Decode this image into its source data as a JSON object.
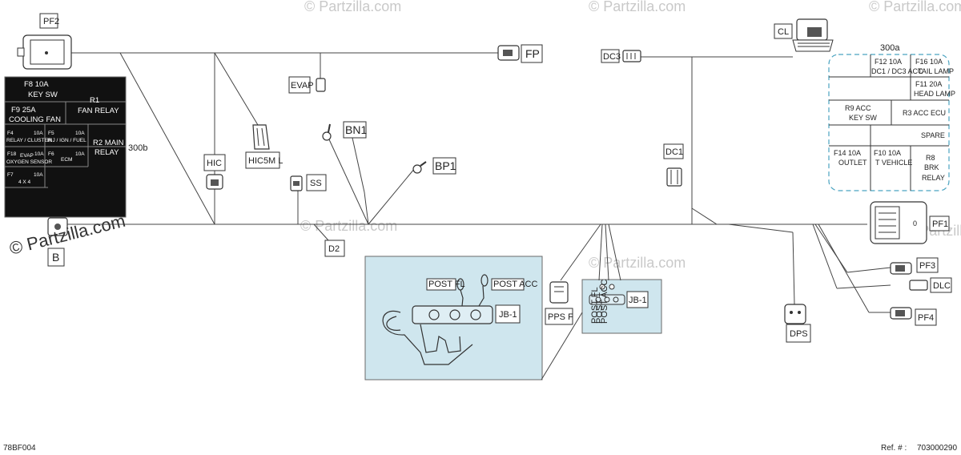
{
  "watermark": {
    "main": "© Partzilla.com",
    "repeat": "© Partzilla.com"
  },
  "connectors": {
    "PF2": "PF2",
    "FP": "FP",
    "EVAP": "EVAP",
    "DC3": "DC3",
    "CL": "CL",
    "BN1": "BN1",
    "HIC5M_L": "HIC5M  L",
    "HIC": "HIC",
    "BP1": "BP1",
    "SS": "SS",
    "DC1": "DC1",
    "PF1": "PF1",
    "B": "B",
    "D2": "D2",
    "PF3": "PF3",
    "DLC": "DLC",
    "PF4": "PF4",
    "PPS_F": "PPS  F",
    "DPS": "DPS",
    "JB1_inset": "JB-1",
    "JB1_small": "JB-1"
  },
  "labels_300": {
    "left": "300b",
    "right": "300a"
  },
  "fusebox_left": {
    "r1_amp": "F8      10A",
    "r1_name": "KEY SW",
    "r2_amp": "F9      25A",
    "r2_name": "COOLING FAN",
    "r2_relay": "R1",
    "r2_relay_name": "FAN RELAY",
    "c_f4": "F4",
    "c_f4_a": "10A",
    "c_f4_n": "RELAY / CLUSTER",
    "c_f5": "F5",
    "c_f5_a": "10A",
    "c_f5_n": "INJ / IGN / FUEL",
    "c_r2": "R2 MAIN",
    "c_r2_n": "RELAY",
    "c_f18": "F18",
    "c_f18_e": "EVAP",
    "c_f18_a": "10A",
    "c_f18_n": "OXYGEN SENSOR",
    "c_f6": "F6",
    "c_f6_a": "10A",
    "c_f6_n": "ECM",
    "c_f7": "F7",
    "c_f7_a": "10A",
    "c_f7_n": "4 X 4"
  },
  "fusebox_right": {
    "f12": "F12     10A",
    "f12_n": "DC1 / DC3 ACC",
    "f16": "F16     10A",
    "f16_n": "TAIL LAMP",
    "f11": "F11     20A",
    "f11_n": "HEAD LAMP",
    "r9": "R9     ACC",
    "r9_n": "KEY SW",
    "r3": "R3  ACC  ECU",
    "spare": "SPARE",
    "f14": "F14     10A",
    "f14_n": "OUTLET",
    "f10": "F10     10A",
    "f10_n": "T VEHICLE",
    "r8": "R8",
    "r8_n1": "BRK",
    "r8_n2": "RELAY"
  },
  "jb_inset": {
    "post_fl": "POST  FL",
    "post_acc": "POST  ACC"
  },
  "jb_small": {
    "t1": "POST  FL",
    "t2": "POST  +",
    "t3": "POST  ACC"
  },
  "footer": {
    "left": "78BF004",
    "ref_label": "Ref. # :",
    "ref_value": "703000290"
  }
}
